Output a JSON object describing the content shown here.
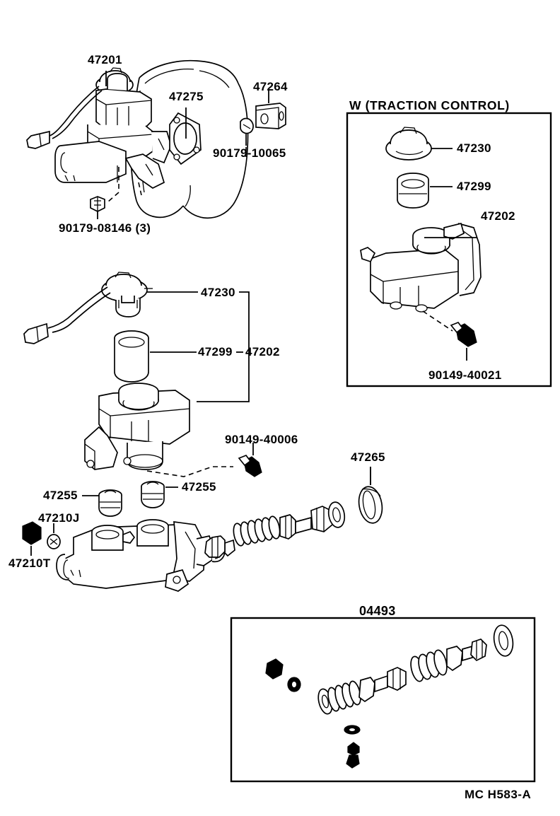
{
  "diagram": {
    "footer_code": "MC H583-A",
    "labels": {
      "booster": "47201",
      "gasket": "47275",
      "clevis": "47264",
      "clip_10065": "90179-10065",
      "nut_08146": "90179-08146 (3)",
      "cap_main": "47230",
      "strainer_main": "47299",
      "reservoir_main": "47202",
      "screw_40006": "90149-40006",
      "grommet_left": "47255",
      "grommet_right": "47255",
      "plug_j": "47210J",
      "plug_t": "47210T",
      "seal_ring": "47265"
    },
    "traction_box": {
      "title": "W (TRACTION  CONTROL)",
      "cap": "47230",
      "strainer": "47299",
      "reservoir": "47202",
      "screw": "90149-40021"
    },
    "kit_box": {
      "title": "04493"
    }
  }
}
